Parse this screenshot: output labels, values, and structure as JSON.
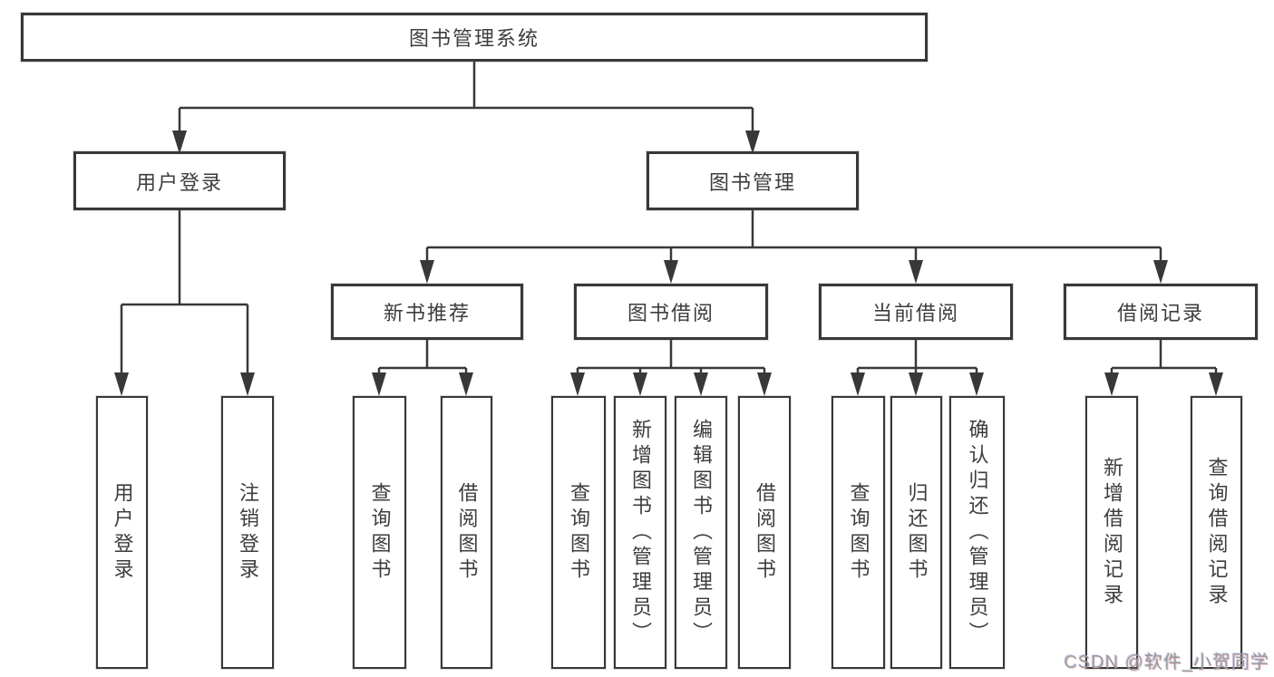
{
  "diagram": {
    "type": "hierarchy-tree",
    "line_color": "#383838",
    "text_color": "#3d3d3d",
    "background_color": "#ffffff",
    "tree": {
      "root": {
        "label": "图书管理系统",
        "children": [
          {
            "label": "用户登录",
            "children": [
              {
                "label": "用户登录"
              },
              {
                "label": "注销登录"
              }
            ]
          },
          {
            "label": "图书管理",
            "children": [
              {
                "label": "新书推荐",
                "children": [
                  {
                    "label": "查询图书"
                  },
                  {
                    "label": "借阅图书"
                  }
                ]
              },
              {
                "label": "图书借阅",
                "children": [
                  {
                    "label": "查询图书"
                  },
                  {
                    "label": "新增图书（管理员）"
                  },
                  {
                    "label": "编辑图书（管理员）"
                  },
                  {
                    "label": "借阅图书"
                  }
                ]
              },
              {
                "label": "当前借阅",
                "children": [
                  {
                    "label": "查询图书"
                  },
                  {
                    "label": "归还图书"
                  },
                  {
                    "label": "确认归还（管理员）"
                  }
                ]
              },
              {
                "label": "借阅记录",
                "children": [
                  {
                    "label": "新增借阅记录"
                  },
                  {
                    "label": "查询借阅记录"
                  }
                ]
              }
            ]
          }
        ]
      }
    }
  },
  "watermark": {
    "text": "CSDN @软件_小贺同学"
  }
}
